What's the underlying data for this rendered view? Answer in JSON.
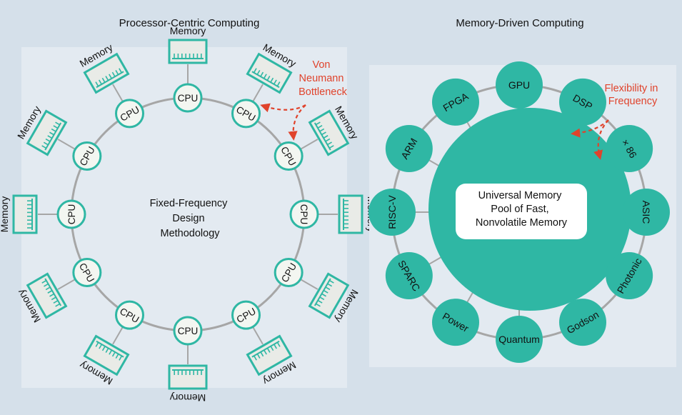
{
  "colors": {
    "background": "#d5e0ea",
    "panel": "#e3eaf1",
    "ring": "#a6a6a6",
    "teal": "#2fb7a4",
    "teal_dark": "#22998a",
    "cpu_fill": "#f3f6f1",
    "memory_fill": "#e9ebe7",
    "annotation_red": "#e0432c",
    "text": "#111111"
  },
  "left": {
    "title": "Processor-Centric Computing",
    "center_lines": [
      "Fixed-Frequency",
      "Design",
      "Methodology"
    ],
    "cpu_label": "CPU",
    "memory_label": "Memory",
    "node_count": 12,
    "annotation_lines": [
      "Von",
      "Neumann",
      "Bottleneck"
    ]
  },
  "right": {
    "title": "Memory-Driven Computing",
    "center_lines": [
      "Universal Memory",
      "Pool of Fast,",
      "Nonvolatile Memory"
    ],
    "nodes": [
      "GPU",
      "DSP",
      "× 86",
      "ASIC",
      "Photonic",
      "Godson",
      "Quantum",
      "Power",
      "SPARC",
      "RISC-V",
      "ARM",
      "FPGA"
    ],
    "annotation_lines": [
      "Flexibility in",
      "Frequency"
    ]
  }
}
